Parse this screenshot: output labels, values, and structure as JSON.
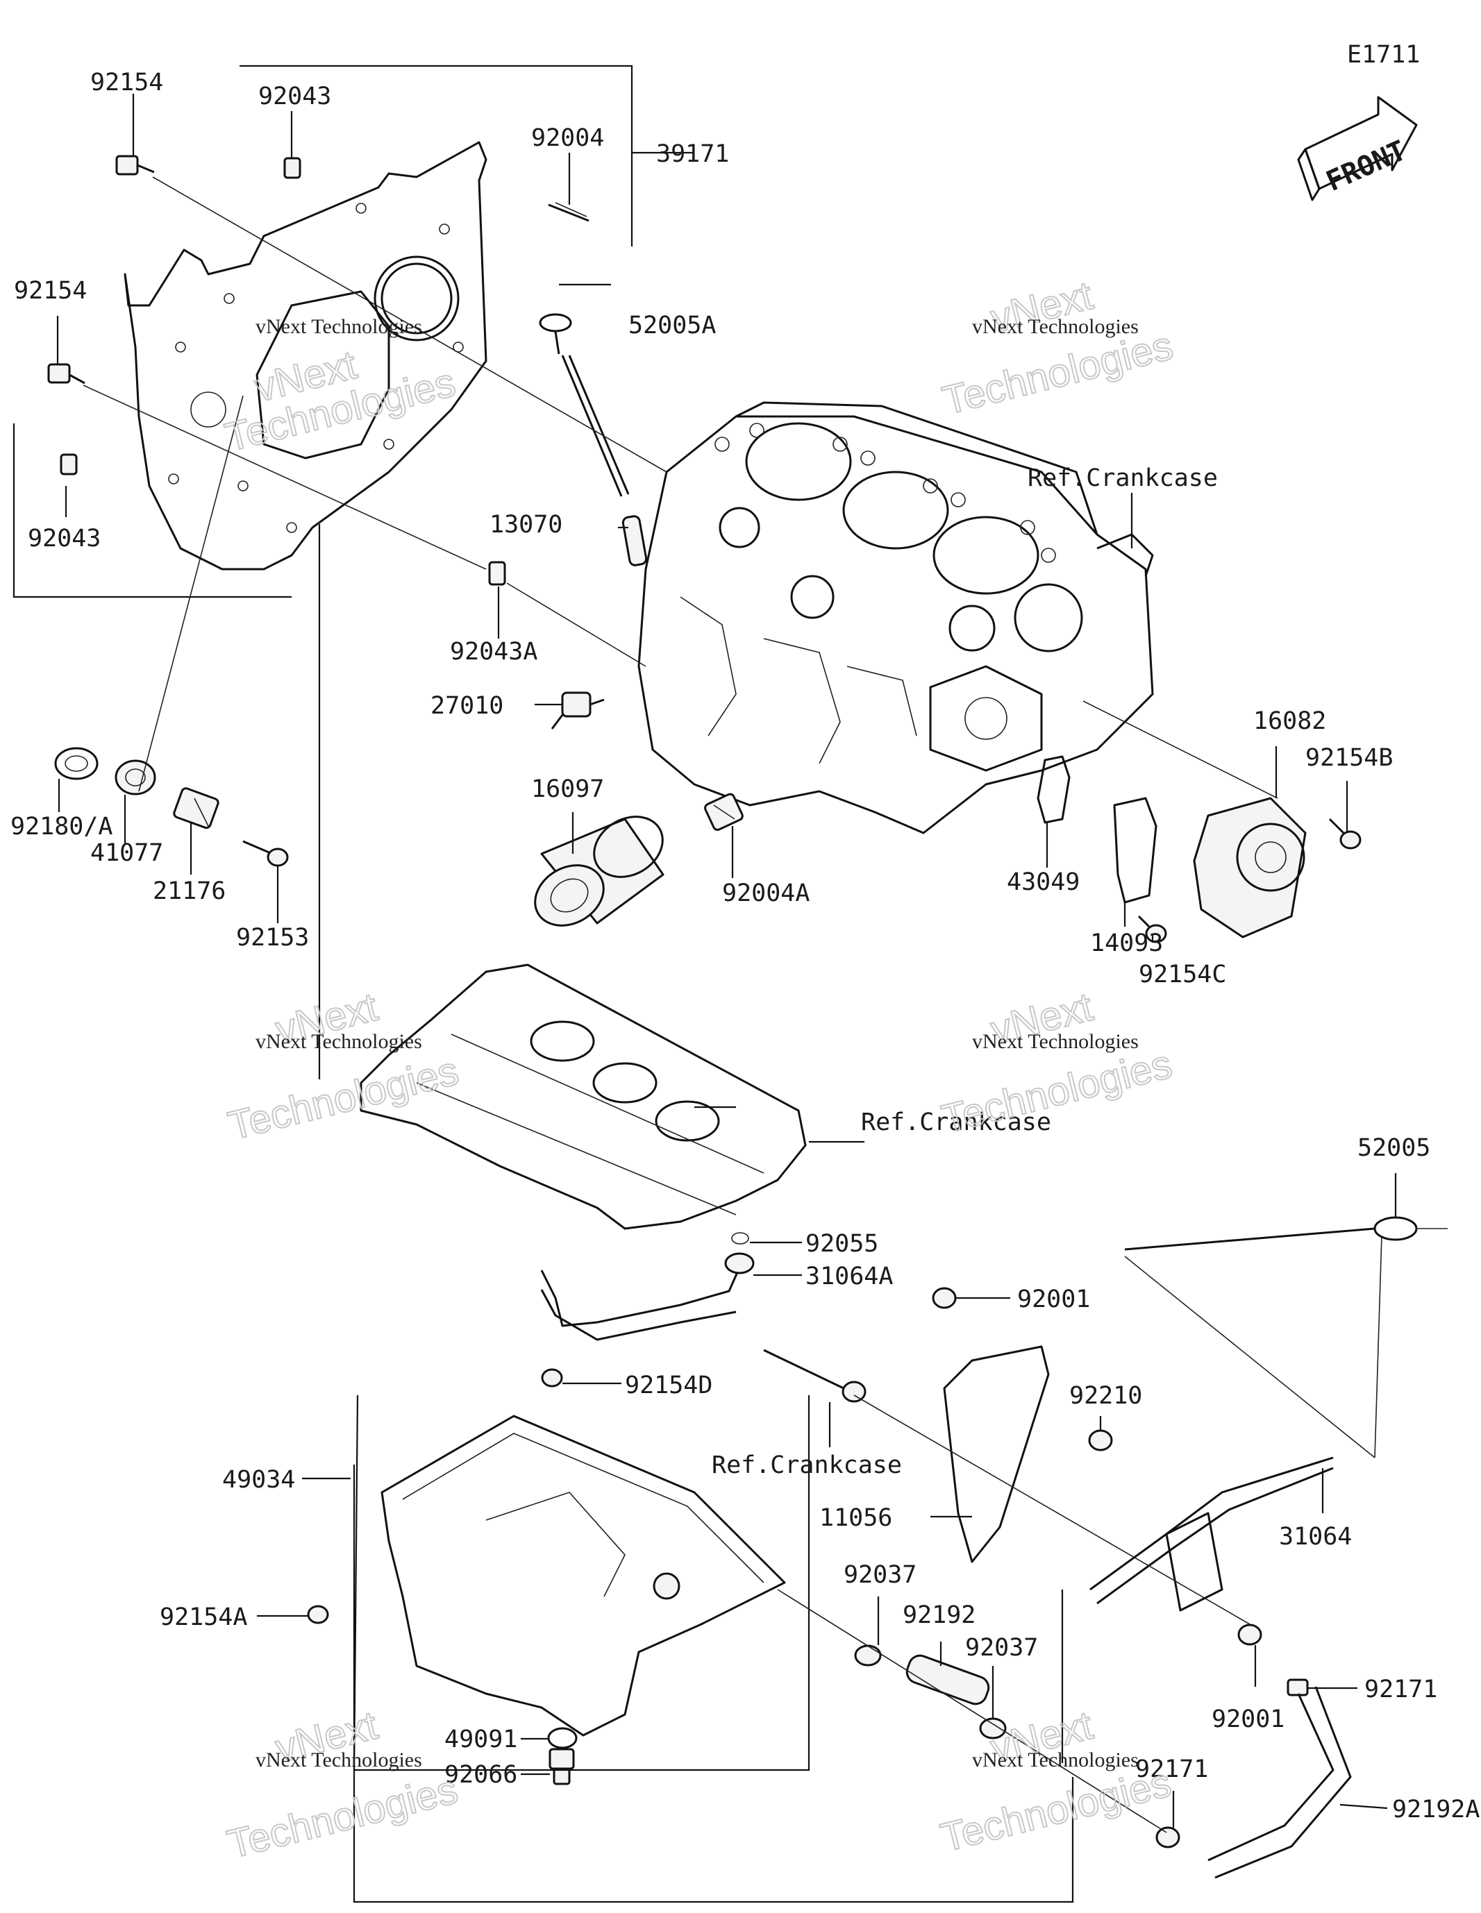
{
  "diagram_code": "E1711",
  "front_badge": "FRONT",
  "watermark": {
    "line1": "vNext Technologies",
    "line2a": "vNext",
    "line2b": "Technologies"
  },
  "ref_crankcase": "Ref.Crankcase",
  "parts": {
    "p92154": "92154",
    "p92043": "92043",
    "p92004": "92004",
    "p39171": "39171",
    "p52005A": "52005A",
    "p13070": "13070",
    "p92043A": "92043A",
    "p27010": "27010",
    "p92180A": "92180/A",
    "p41077": "41077",
    "p21176": "21176",
    "p92153": "92153",
    "p16097": "16097",
    "p92004A": "92004A",
    "p16082": "16082",
    "p92154B": "92154B",
    "p43049": "43049",
    "p14093": "14093",
    "p92154C": "92154C",
    "p52005": "52005",
    "p92055": "92055",
    "p31064A": "31064A",
    "p92001": "92001",
    "p92154D": "92154D",
    "p92210": "92210",
    "p49034": "49034",
    "p11056": "11056",
    "p31064": "31064",
    "p92154A": "92154A",
    "p92037": "92037",
    "p92192": "92192",
    "p92171": "92171",
    "p49091": "49091",
    "p92066": "92066",
    "p92192A": "92192A"
  }
}
